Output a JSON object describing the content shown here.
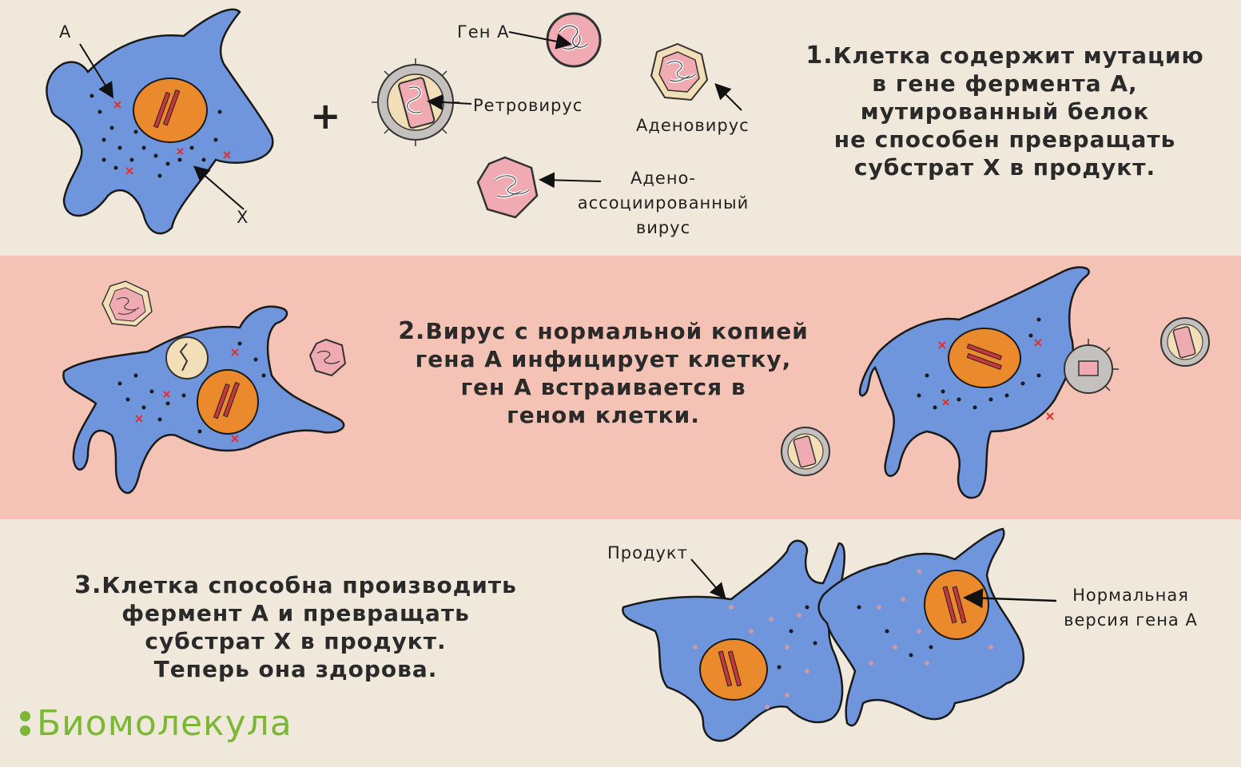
{
  "colors": {
    "band_light": "#efe8db",
    "band_pink": "#f4c3b5",
    "cell": "#6f96dc",
    "nucleus": "#ea8a2d",
    "logo": "#7cb836"
  },
  "step1": {
    "number": "1.",
    "lines": [
      "Клетка содержит мутацию",
      "в гене фермента А,",
      "мутированный белок",
      "не способен превращать",
      "субстрат Х  в продукт."
    ]
  },
  "step2": {
    "number": "2.",
    "lines": [
      "Вирус с нормальной копией",
      "гена А инфицирует клетку,",
      "ген А встраивается в",
      "геном клетки."
    ]
  },
  "step3": {
    "number": "3.",
    "lines": [
      "Клетка способна производить",
      "фермент А и превращать",
      "субстрат Х в продукт.",
      "Теперь она здорова."
    ]
  },
  "labels": {
    "a": "А",
    "x": "Х",
    "plus": "+",
    "gene_a": "Ген А",
    "retrovirus": "Ретровирус",
    "adenovirus": "Аденовирус",
    "aav": [
      "Адено-",
      "ассоциированный",
      "вирус"
    ],
    "product": "Продукт",
    "normal_gene": [
      "Нормальная",
      "версия гена А"
    ]
  },
  "logo": {
    "text": "Биомолекула",
    "icon": "two-green-dots-icon"
  }
}
